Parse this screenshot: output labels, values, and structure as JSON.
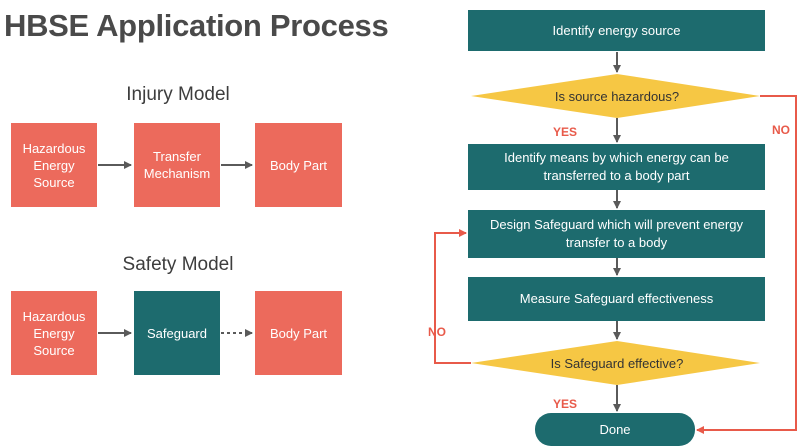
{
  "title": "HBSE Application Process",
  "injury_model": {
    "heading": "Injury Model",
    "source": "Hazardous Energy Source",
    "mechanism": "Transfer Mechanism",
    "target": "Body Part"
  },
  "safety_model": {
    "heading": "Safety Model",
    "source": "Hazardous Energy Source",
    "safeguard": "Safeguard",
    "target": "Body Part"
  },
  "flowchart": {
    "step_identify_source": "Identify energy source",
    "decision_hazardous": "Is source hazardous?",
    "step_identify_means": "Identify means by which energy can be transferred to a body part",
    "step_design_safeguard": "Design Safeguard which will prevent energy transfer to a body",
    "step_measure": "Measure Safeguard effectiveness",
    "decision_effective": "Is Safeguard effective?",
    "terminal_done": "Done",
    "label_yes_1": "YES",
    "label_no_1": "NO",
    "label_no_2": "NO",
    "label_yes_2": "YES"
  },
  "colors": {
    "hazard_red": "#ec6a5c",
    "teal": "#1d6b6e",
    "decision_yellow": "#f6c744",
    "arrow_red": "#e85a4a",
    "arrow_gray": "#5a5a5a"
  }
}
